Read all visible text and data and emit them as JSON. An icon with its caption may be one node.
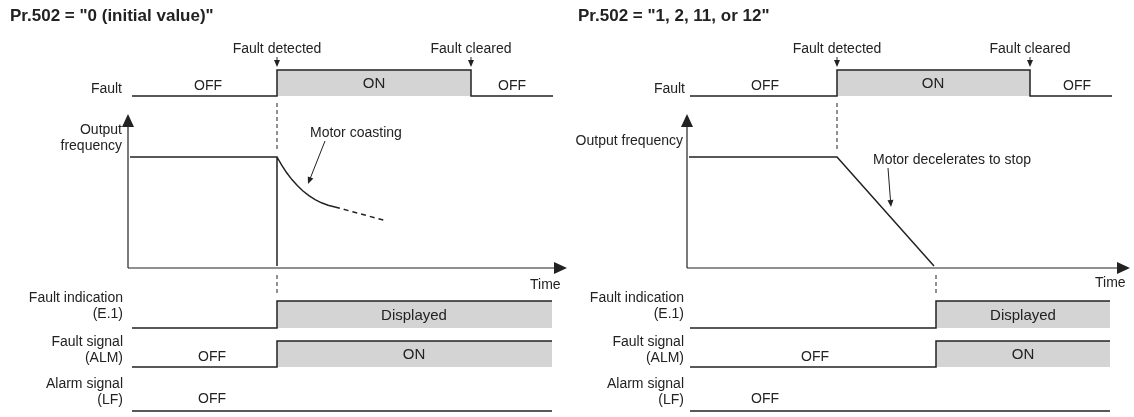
{
  "diagram": {
    "nodes": [
      {
        "text": [
          "Fault detected"
        ]
      },
      {
        "text": [
          "Fault cleared"
        ]
      },
      {
        "text": [
          "OFF",
          "ON",
          "OFF"
        ],
        "beside": [
          "Fault"
        ]
      },
      {
        "text": [
          "Motor coasting"
        ]
      },
      {
        "text": [
          "Displayed"
        ],
        "beside": [
          "Fault indication (E.1)"
        ]
      },
      {
        "text": [
          "OFF",
          "ON"
        ],
        "beside": [
          "Fault signal (ALM)"
        ]
      },
      {
        "text": [
          "Fault detected"
        ]
      },
      {
        "text": [
          "Fault cleared"
        ]
      },
      {
        "text": [
          "OFF",
          "ON",
          "OFF"
        ],
        "beside": [
          "Fault"
        ]
      },
      {
        "text": [
          "Motor decelerates to stop"
        ]
      },
      {
        "text": [
          "Displayed"
        ],
        "beside": [
          "Fault indication (E.1)"
        ]
      },
      {
        "text": [
          "OFF",
          "ON"
        ],
        "beside": [
          "Fault signal (ALM)"
        ]
      }
    ],
    "edges": [
      {
        "from": 0,
        "to": null,
        "arrow": "to"
      },
      {
        "from": 1,
        "to": null,
        "arrow": "to"
      },
      {
        "from": 3,
        "to": null,
        "arrow": "to"
      },
      {
        "from": 6,
        "to": null,
        "arrow": "to"
      },
      {
        "from": 7,
        "to": null,
        "arrow": "to"
      },
      {
        "from": 9,
        "to": null,
        "arrow": "to"
      }
    ],
    "labels": [
      "Pr.502 = \"0 (initial value)\"",
      "Output frequency",
      "Time",
      "Alarm signal (LF)",
      "OFF",
      "Pr.502 = \"1, 2, 11, or 12\"",
      "Output frequency",
      "Time",
      "Alarm signal (LF)",
      "OFF"
    ]
  }
}
